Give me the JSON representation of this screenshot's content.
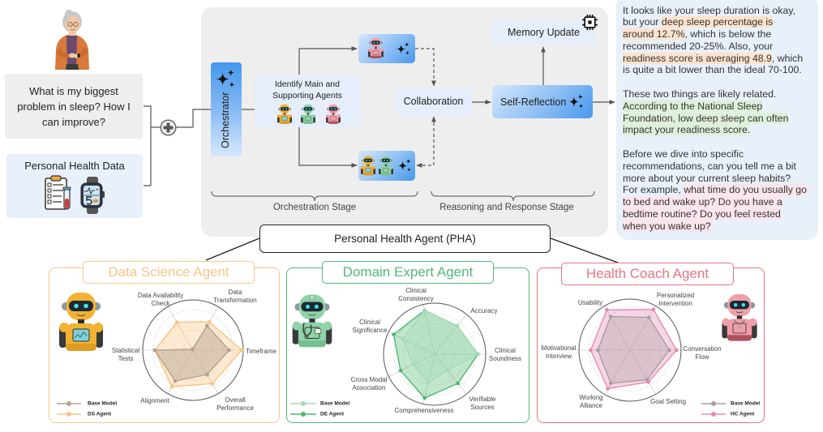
{
  "user": {
    "question_lines": [
      "What is my biggest",
      "problem in sleep? How I",
      "can improve?"
    ],
    "health_data_label": "Personal Health Data"
  },
  "pipeline": {
    "orchestrator_label": "Orchestrator",
    "identify_label_lines": [
      "Identify Main and",
      "Supporting Agents"
    ],
    "collaboration_label": "Collaboration",
    "self_reflection_label": "Self-Reflection",
    "memory_update_label": "Memory Update",
    "stage_labels": [
      "Orchestration Stage",
      "Reasoning and Response Stage"
    ]
  },
  "pha_label": "Personal Health Agent (PHA)",
  "icons": [
    "elderly-user-illustration",
    "clipboard-icon",
    "smartwatch-icon",
    "plus-icon",
    "sparkle-icon",
    "chip-icon",
    "robot-icon"
  ],
  "response": {
    "highlight_colors": {
      "orange": "#FDE3CC",
      "green": "#DEF0D9",
      "pink": "#FCE4EC"
    },
    "paragraphs": [
      [
        [
          {
            "text": "It looks like your sleep duration is okay,"
          }
        ],
        [
          {
            "text": "but your "
          },
          {
            "text": "deep sleep percentage is",
            "hl": "orange"
          }
        ],
        [
          {
            "text": "around 12.7%",
            "hl": "orange"
          },
          {
            "text": ", which is below the"
          }
        ],
        [
          {
            "text": "recommended 20-25%. Also, your"
          }
        ],
        [
          {
            "text": "readiness score is averaging 48.9",
            "hl": "orange"
          },
          {
            "text": ", which"
          }
        ],
        [
          {
            "text": "is quite a bit lower than the ideal 70-100."
          }
        ]
      ],
      [
        [
          {
            "text": "These two things are likely related."
          }
        ],
        [
          {
            "text": "According to the National Sleep",
            "hl": "green"
          }
        ],
        [
          {
            "text": "Foundation, low deep sleep can often",
            "hl": "green"
          }
        ],
        [
          {
            "text": "impact your readiness score",
            "hl": "green"
          },
          {
            "text": "."
          }
        ]
      ],
      [
        [
          {
            "text": "Before we dive into specific"
          }
        ],
        [
          {
            "text": "recommendations, can you tell me a bit"
          }
        ],
        [
          {
            "text": "more about your current sleep habits?"
          }
        ],
        [
          {
            "text": "For example, "
          },
          {
            "text": "what time do you usually go",
            "hl": "pink"
          }
        ],
        [
          {
            "text": "to bed and wake up? Do you have a",
            "hl": "pink"
          }
        ],
        [
          {
            "text": "bedtime routine? Do you feel rested",
            "hl": "pink"
          }
        ],
        [
          {
            "text": "when you wake up?",
            "hl": "pink"
          }
        ]
      ]
    ]
  },
  "chart_data": [
    {
      "type": "radar",
      "title": "Data Science Agent",
      "accent_color": "#F7C68A",
      "axes": [
        "Timeframe",
        "Data Transformation",
        "Data Availability Check",
        "Statistical Tests",
        "Alignment",
        "Overall Performance"
      ],
      "axis_labels": [
        [
          "Timeframe"
        ],
        [
          "Data",
          "Transformation"
        ],
        [
          "Data Availability",
          "Check"
        ],
        [
          "Statistical",
          "Tests"
        ],
        [
          "Alignment"
        ],
        [
          "Overall",
          "Performance"
        ]
      ],
      "range": [
        0,
        1
      ],
      "grid": true,
      "legend_position": "bottom-left",
      "series": [
        {
          "name": "Base Model",
          "color": "#B3A291",
          "values": [
            0.72,
            0.56,
            0.02,
            0.76,
            0.71,
            0.56
          ]
        },
        {
          "name": "DS Agent",
          "color": "#FBC27F",
          "values": [
            0.97,
            0.65,
            0.64,
            0.76,
            0.84,
            0.77
          ]
        }
      ]
    },
    {
      "type": "radar",
      "title": "Domain Expert Agent",
      "accent_color": "#52B877",
      "axes": [
        "Clinical Soundness",
        "Accuracy",
        "Clinical Consistency",
        "Clinical Significance",
        "Cross Modal Association",
        "Comprehensiveness",
        "Verifiable Sources"
      ],
      "axis_labels": [
        [
          "Clinical",
          "Soundness"
        ],
        [
          "Accuracy"
        ],
        [
          "Clinical",
          "Consistency"
        ],
        [
          "Clinical",
          "Significance"
        ],
        [
          "Cross Modal",
          "Association"
        ],
        [
          "Comprehensiveness"
        ],
        [
          "Verifiable",
          "Sources"
        ]
      ],
      "range": [
        0,
        1
      ],
      "grid": true,
      "legend_position": "bottom-left",
      "series": [
        {
          "name": "Base Model",
          "color": "#A6D9B5",
          "values": [
            0.85,
            0.71,
            0.88,
            0.69,
            0.46,
            0.57,
            0.4
          ]
        },
        {
          "name": "DE Agent",
          "color": "#4DB86E",
          "values": [
            0.85,
            0.71,
            0.88,
            0.89,
            0.74,
            0.88,
            0.73
          ]
        }
      ]
    },
    {
      "type": "radar",
      "title": "Health Coach Agent",
      "accent_color": "#E57583",
      "axes": [
        "Conversation Flow",
        "Personalized Intervention",
        "Usability",
        "Motivational Interview",
        "Working Alliance",
        "Goal Setting"
      ],
      "axis_labels": [
        [
          "Conversation",
          "Flow"
        ],
        [
          "Personalized",
          "Intervention"
        ],
        [
          "Usability"
        ],
        [
          "Motivational",
          "Interview"
        ],
        [
          "Working",
          "Alliance"
        ],
        [
          "Goal Setting"
        ]
      ],
      "range": [
        0,
        1
      ],
      "grid": true,
      "legend_position": "bottom-right",
      "series": [
        {
          "name": "Base Model",
          "color": "#A99DA3",
          "values": [
            0.77,
            0.74,
            0.76,
            0.63,
            0.75,
            0.67
          ]
        },
        {
          "name": "HC Agent",
          "color": "#E58AB2",
          "values": [
            0.91,
            0.92,
            0.91,
            0.77,
            0.87,
            0.72
          ]
        }
      ]
    }
  ]
}
